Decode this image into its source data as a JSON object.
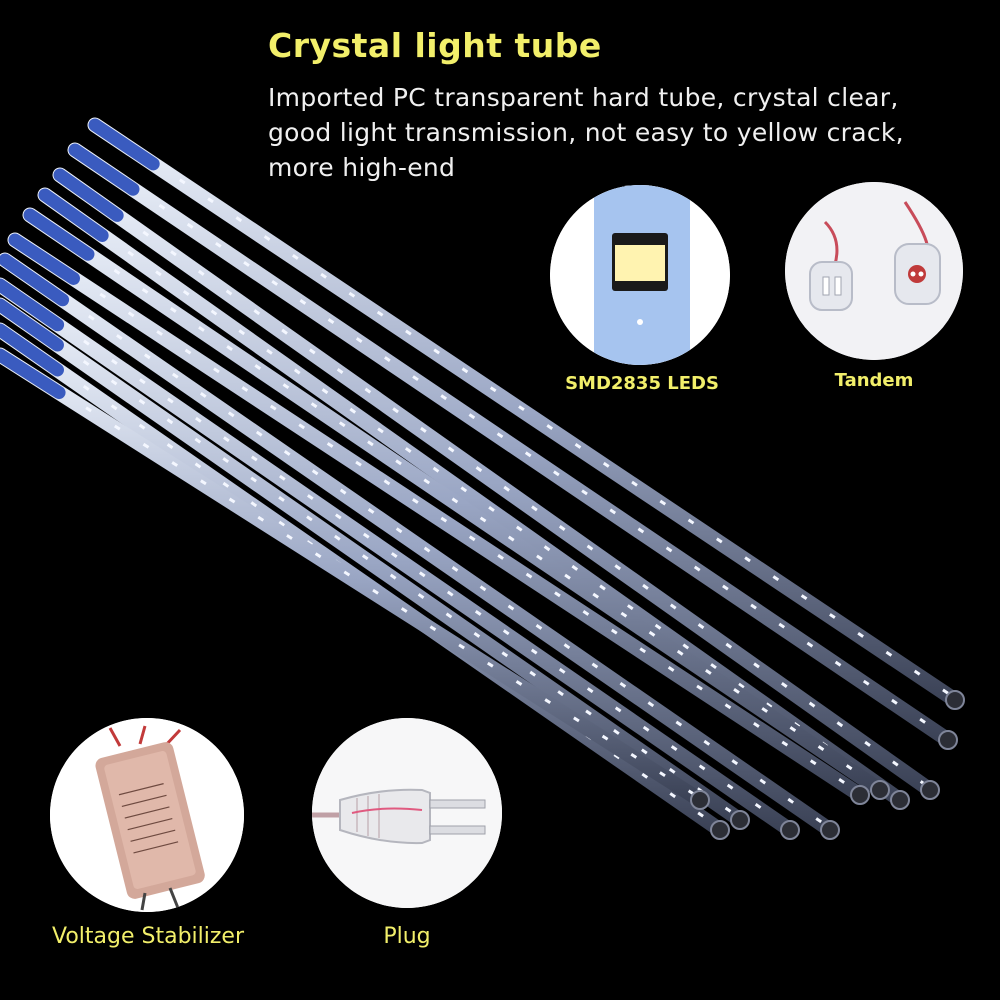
{
  "title": "Crystal light tube",
  "description": [
    "Imported PC transparent hard tube, crystal clear,",
    "good light transmission, not easy to yellow crack,",
    "more high-end"
  ],
  "features": {
    "smd": {
      "label": "SMD2835 LEDS",
      "icon": "led-chip-icon"
    },
    "tandem": {
      "label": "Tandem",
      "icon": "connector-icon"
    },
    "stabilizer": {
      "label": "Voltage Stabilizer",
      "icon": "led-driver-icon"
    },
    "plug": {
      "label": "Plug",
      "icon": "plug-icon"
    }
  },
  "colors": {
    "background": "#000000",
    "title": "#f2ef6a",
    "label": "#f2ef6a",
    "text": "#f0f0f0"
  }
}
